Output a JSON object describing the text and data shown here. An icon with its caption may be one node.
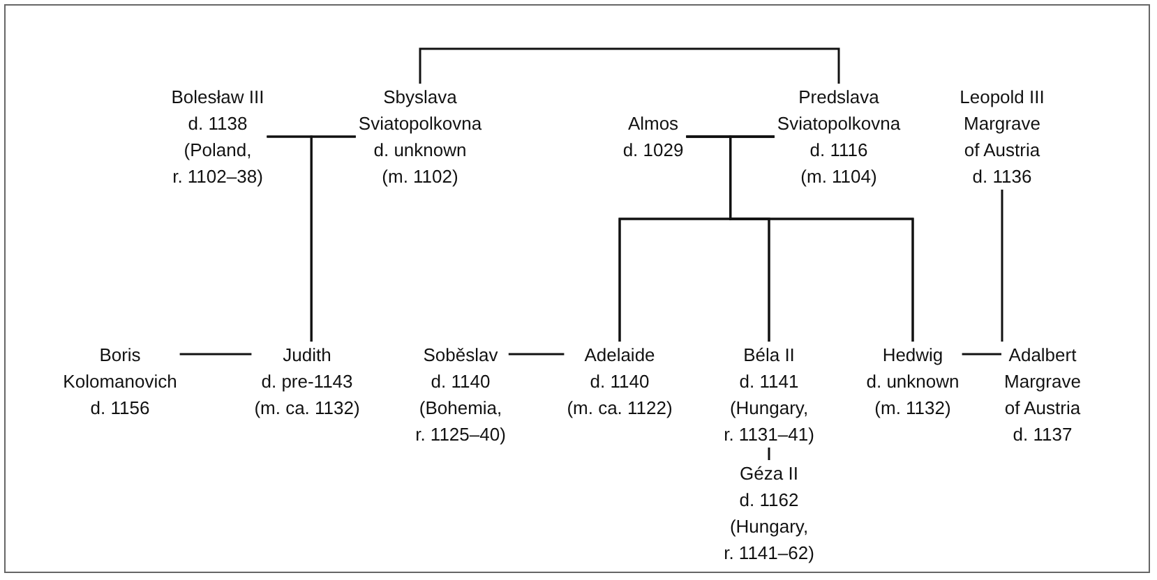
{
  "diagram": {
    "nodes": [
      {
        "text": [
          "Bolesław III d. 1138 (Poland, r. 1102–38)"
        ]
      },
      {
        "text": [
          "Sbyslava Sviatopolkovna d. unknown (m. 1102)"
        ]
      },
      {
        "text": [
          "Almos d. 1029"
        ]
      },
      {
        "text": [
          "Predslava Sviatopolkovna d. 1116 (m. 1104)"
        ]
      },
      {
        "text": [
          "Leopold III Margrave of Austria d. 1136"
        ]
      },
      {
        "text": [
          "Boris Kolomanovich d. 1156"
        ]
      },
      {
        "text": [
          "Judith d. pre-1143 (m. ca. 1132)"
        ]
      },
      {
        "text": [
          "Soběslav d. 1140 (Bohemia, r. 1125–40)"
        ]
      },
      {
        "text": [
          "Adelaide d. 1140 (m. ca. 1122)"
        ]
      },
      {
        "text": [
          "Béla II d. 1141 (Hungary, r. 1131–41)"
        ]
      },
      {
        "text": [
          "Hedwig d. unknown (m. 1132)"
        ]
      },
      {
        "text": [
          "Adalbert Margrave of Austria d. 1137"
        ]
      },
      {
        "text": [
          "Géza II d. 1162 (Hungary, r. 1141–62)"
        ]
      }
    ],
    "edges": [
      {
        "from": 1,
        "to": 3,
        "arrow": "none"
      },
      {
        "from": 0,
        "to": 1,
        "arrow": "none"
      },
      {
        "from": 0,
        "to": 6,
        "arrow": "none"
      },
      {
        "from": 1,
        "to": 6,
        "arrow": "none"
      },
      {
        "from": 2,
        "to": 3,
        "arrow": "none"
      },
      {
        "from": 2,
        "to": 8,
        "arrow": "none"
      },
      {
        "from": 2,
        "to": 9,
        "arrow": "none"
      },
      {
        "from": 2,
        "to": 10,
        "arrow": "none"
      },
      {
        "from": 3,
        "to": 8,
        "arrow": "none"
      },
      {
        "from": 3,
        "to": 9,
        "arrow": "none"
      },
      {
        "from": 3,
        "to": 10,
        "arrow": "none"
      },
      {
        "from": 4,
        "to": 11,
        "arrow": "none"
      },
      {
        "from": 5,
        "to": 6,
        "arrow": "none"
      },
      {
        "from": 7,
        "to": 8,
        "arrow": "none"
      },
      {
        "from": 10,
        "to": 11,
        "arrow": "none"
      },
      {
        "from": 9,
        "to": 12,
        "arrow": "none"
      }
    ]
  }
}
